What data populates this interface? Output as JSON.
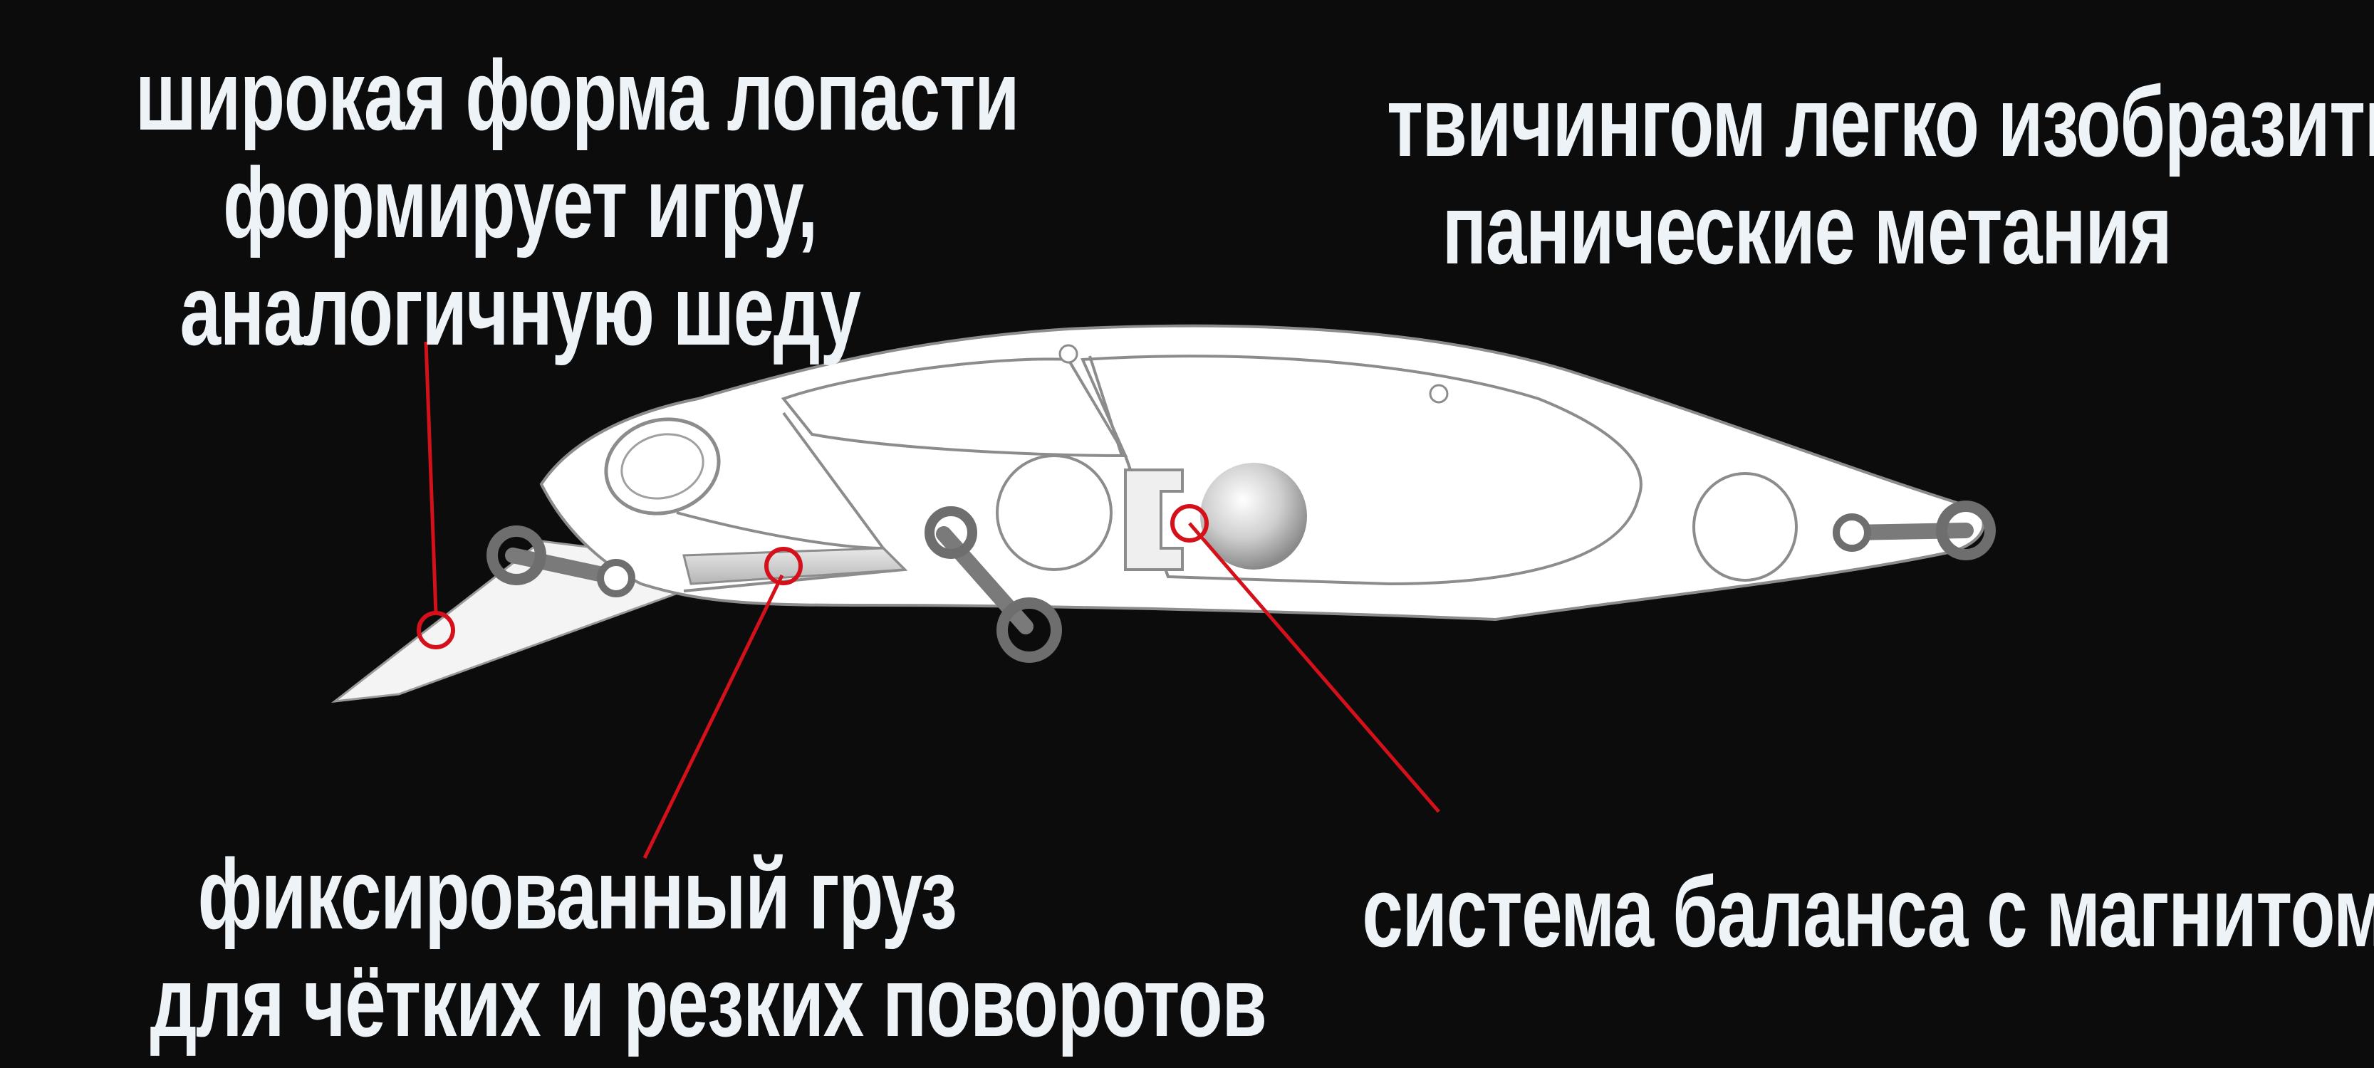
{
  "labels": {
    "blade": {
      "lines": [
        "широкая форма лопасти",
        "формирует игру,",
        "аналогичную шеду"
      ]
    },
    "twitch": {
      "lines": [
        "твичингом легко изобразить",
        "панические метания"
      ]
    },
    "weight": {
      "lines": [
        "фиксированный груз",
        "для чётких и резких поворотов"
      ]
    },
    "balance": {
      "lines": [
        "система баланса с магнитом"
      ]
    }
  },
  "colors": {
    "background": "#0c0c0c",
    "text": "#eef3f7",
    "lure_body": "#ffffff",
    "outline": "#8c8c8c",
    "ring": "#6e6e6e",
    "callout": "#d4111b"
  }
}
